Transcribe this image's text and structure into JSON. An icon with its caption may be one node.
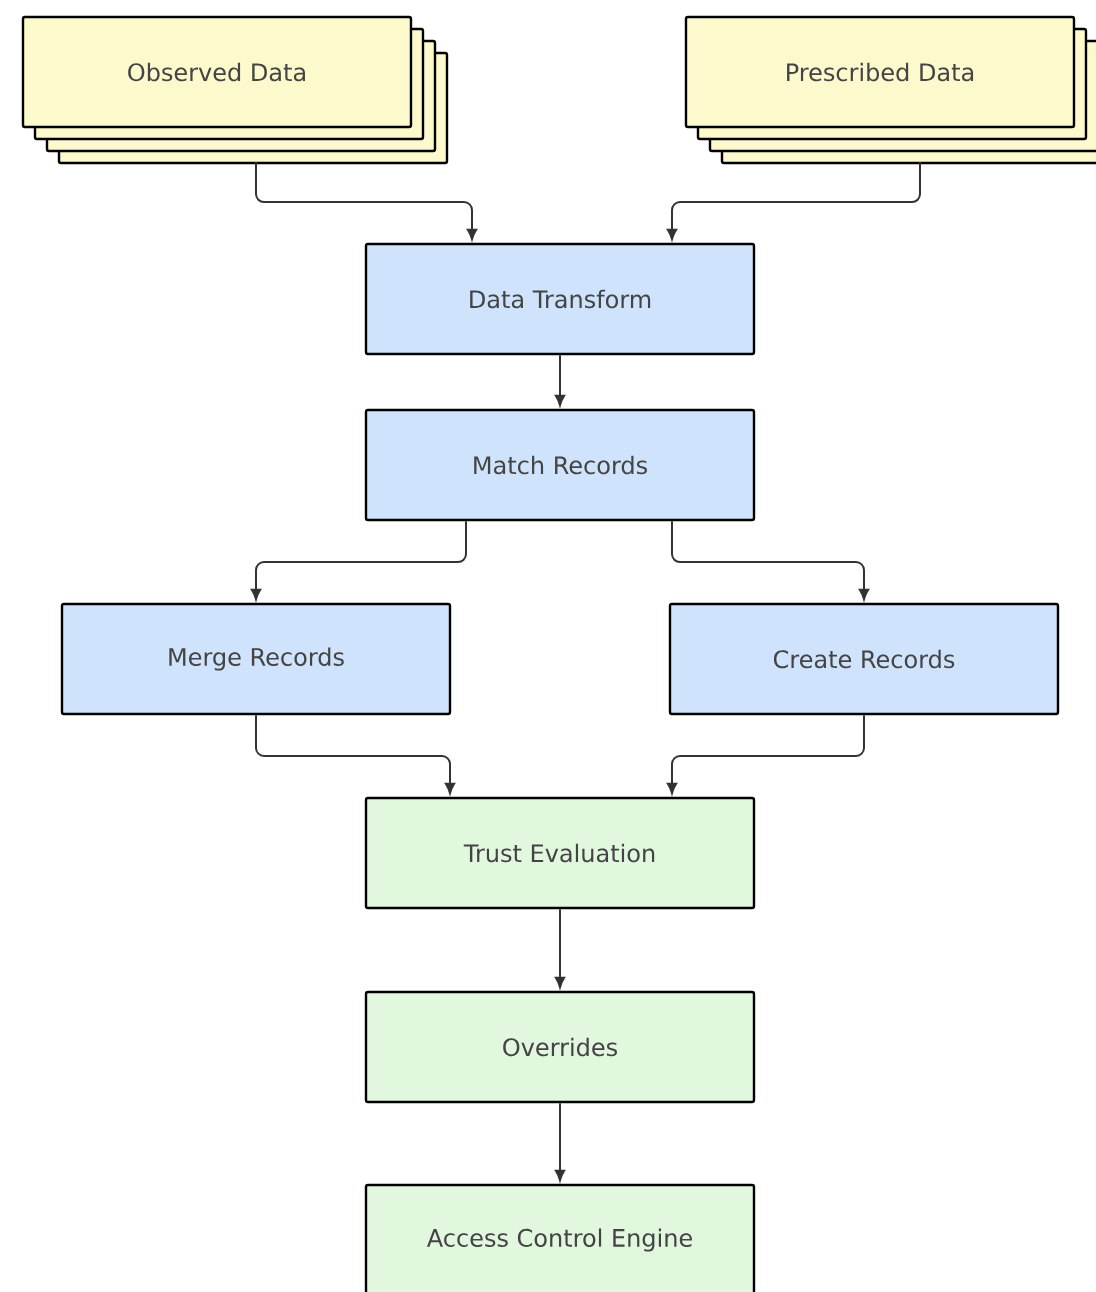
{
  "diagram": {
    "nodes": [
      {
        "text": [
          "Observed Data"
        ]
      },
      {
        "text": [
          "Prescribed Data"
        ]
      },
      {
        "text": [
          "Data Transform"
        ]
      },
      {
        "text": [
          "Match Records"
        ]
      },
      {
        "text": [
          "Merge Records"
        ]
      },
      {
        "text": [
          "Create Records"
        ]
      },
      {
        "text": [
          "Trust Evaluation"
        ]
      },
      {
        "text": [
          "Overrides"
        ]
      },
      {
        "text": [
          "Access Control Engine"
        ]
      }
    ],
    "edges": [
      {
        "from": 0,
        "to": 2,
        "arrow": "to"
      },
      {
        "from": 1,
        "to": 2,
        "arrow": "to"
      },
      {
        "from": 2,
        "to": 3,
        "arrow": "to"
      },
      {
        "from": 3,
        "to": 4,
        "arrow": "to"
      },
      {
        "from": 3,
        "to": 5,
        "arrow": "to"
      },
      {
        "from": 4,
        "to": 6,
        "arrow": "to"
      },
      {
        "from": 5,
        "to": 6,
        "arrow": "to"
      },
      {
        "from": 6,
        "to": 7,
        "arrow": "to"
      },
      {
        "from": 7,
        "to": 8,
        "arrow": "to"
      }
    ]
  }
}
